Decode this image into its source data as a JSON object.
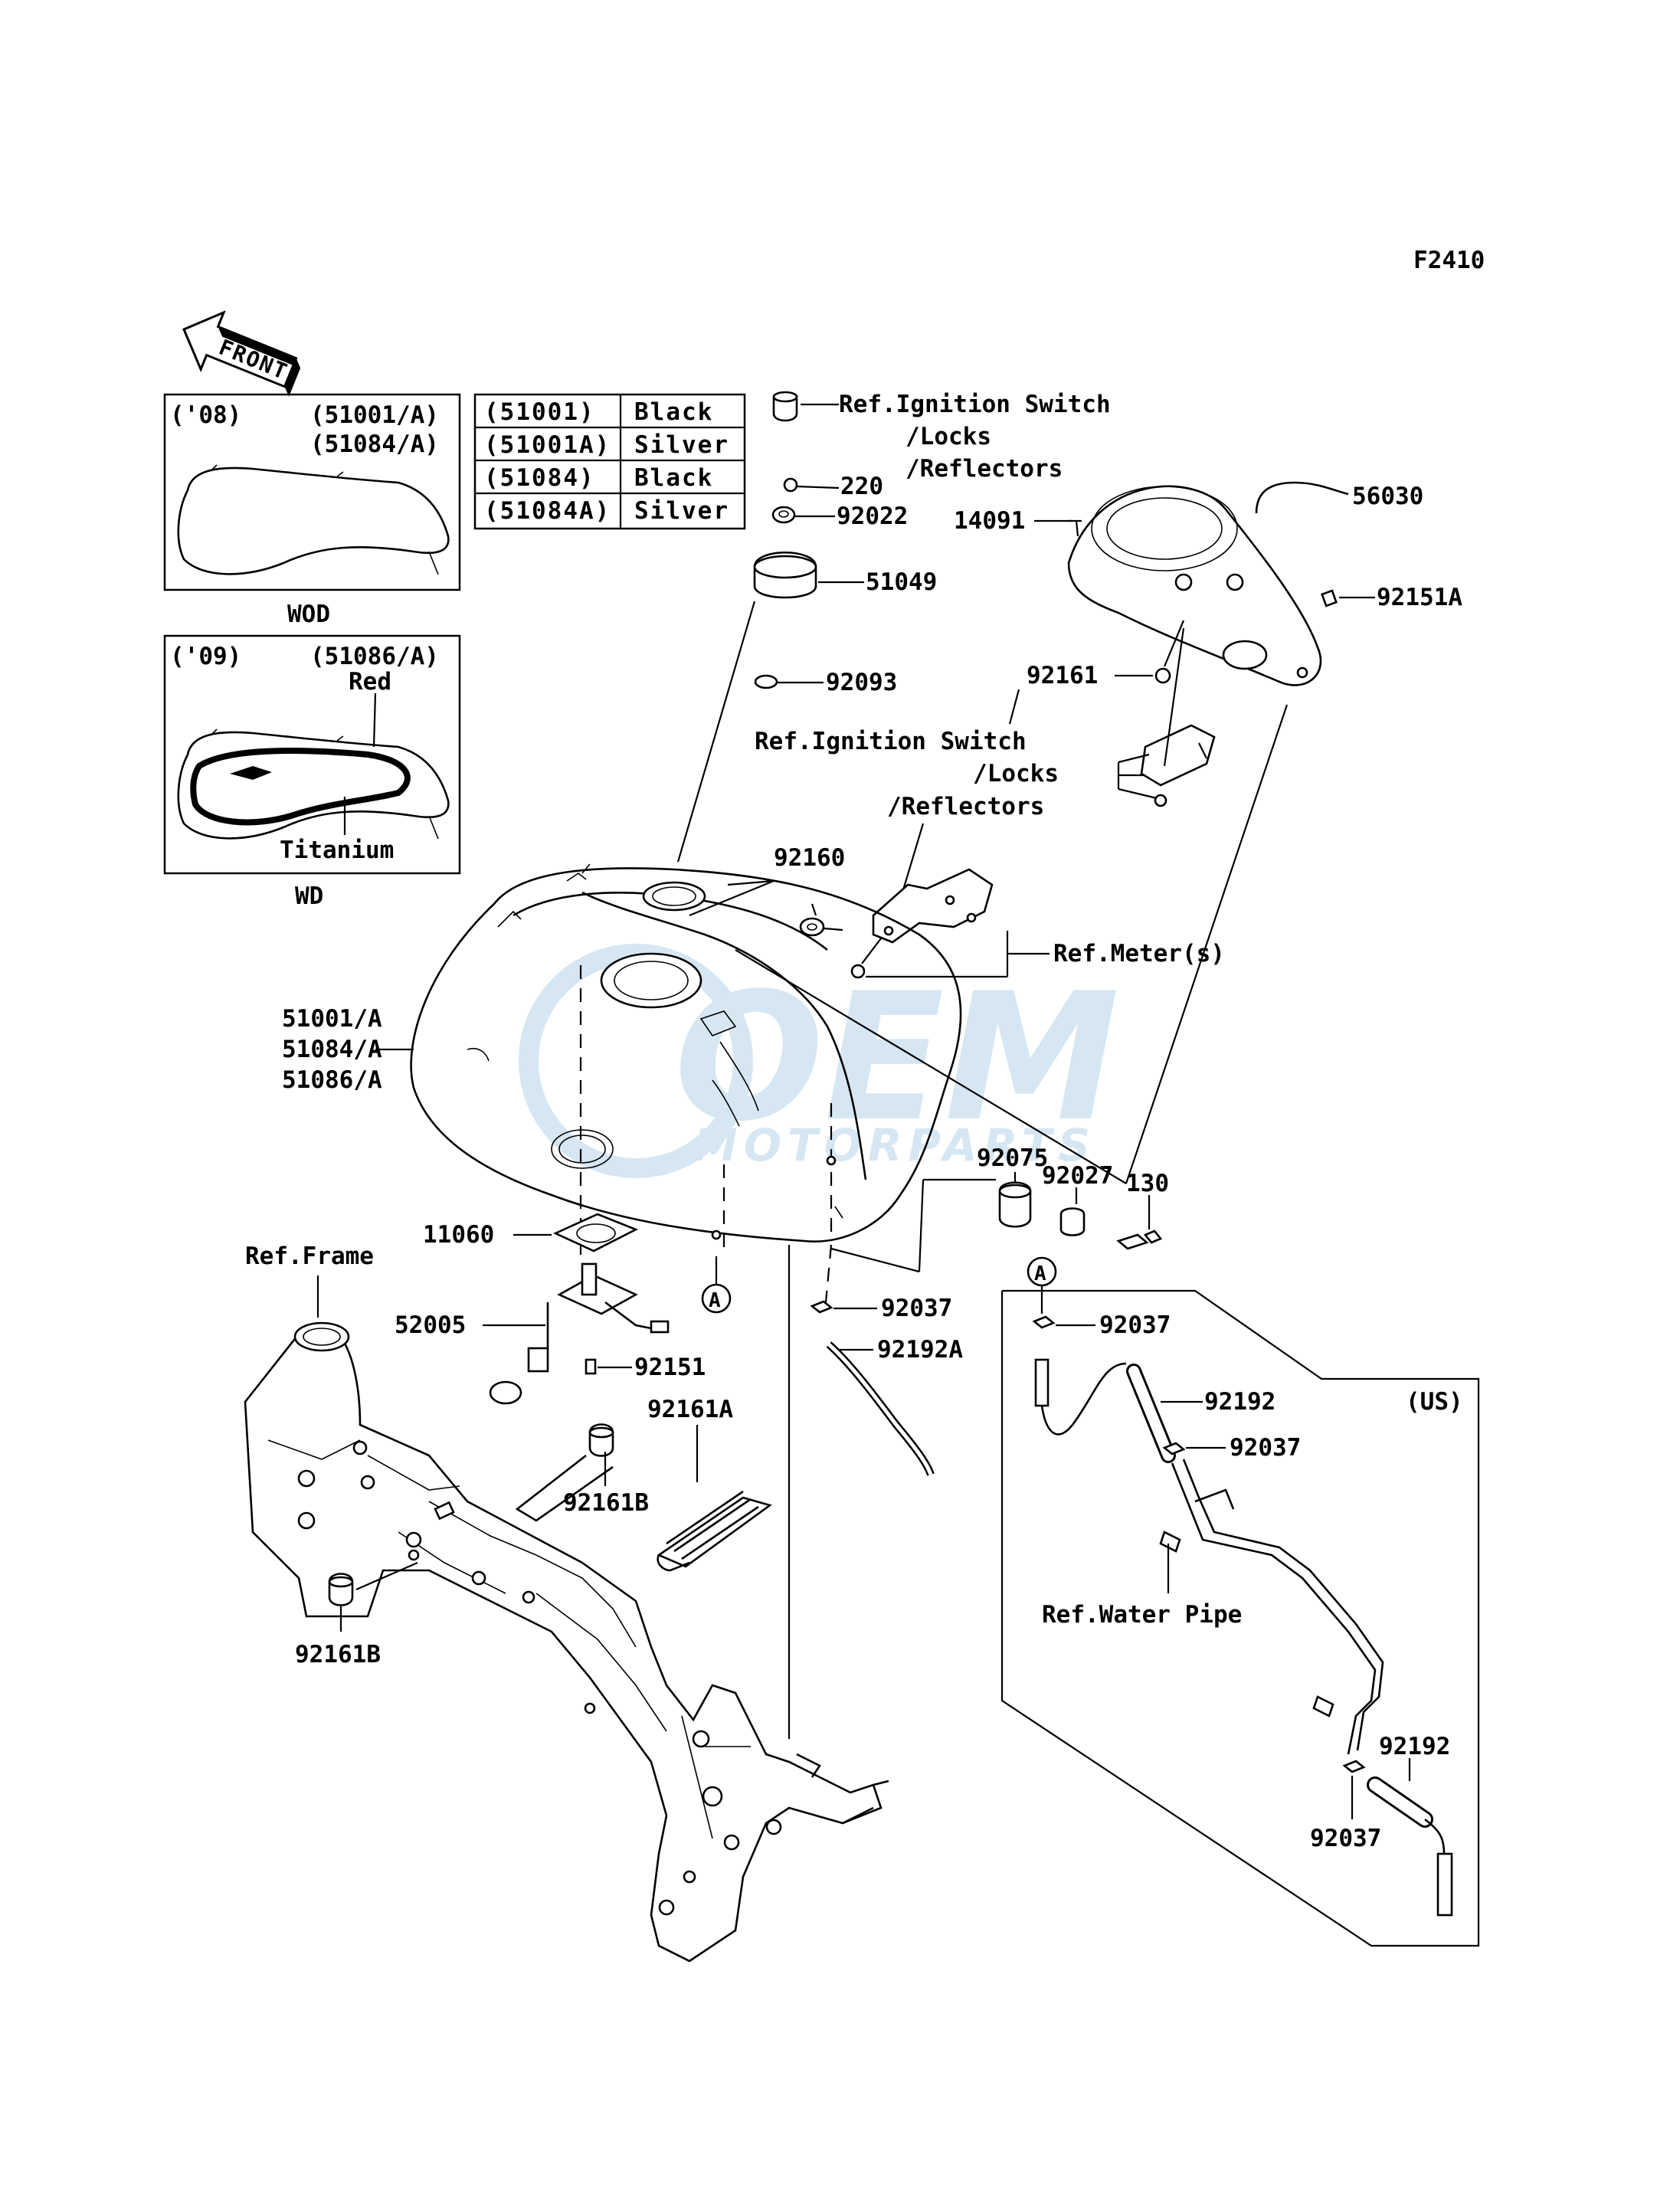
{
  "diagram_code": "F2410",
  "front_label": "FRONT",
  "watermark": {
    "brand": "OEM",
    "sub": "MOTORPARTS",
    "color": "#bcd9ee"
  },
  "variant_boxes": {
    "wod": {
      "year": "('08)",
      "codes": "(51001/A)",
      "codes2": "(51084/A)",
      "caption": "WOD"
    },
    "wd": {
      "year": "('09)",
      "codes": "(51086/A)",
      "color1": "Red",
      "color2": "Titanium",
      "caption": "WD"
    }
  },
  "color_table": {
    "rows": [
      {
        "code": "(51001)",
        "color": "Black"
      },
      {
        "code": "(51001A)",
        "color": "Silver"
      },
      {
        "code": "(51084)",
        "color": "Black"
      },
      {
        "code": "(51084A)",
        "color": "Silver"
      }
    ]
  },
  "refs": {
    "ignition_top": [
      "Ref.Ignition Switch",
      "/Locks",
      "/Reflectors"
    ],
    "ignition_mid": [
      "Ref.Ignition Switch",
      "/Locks",
      "/Reflectors"
    ],
    "meter": "Ref.Meter(s)",
    "frame": "Ref.Frame",
    "water_pipe": "Ref.Water Pipe"
  },
  "us_box_label": "(US)",
  "callout_a": "A",
  "parts": {
    "p220": "220",
    "p92022": "92022",
    "p51049": "51049",
    "p92093": "92093",
    "p14091": "14091",
    "p56030": "56030",
    "p92151A": "92151A",
    "p92161": "92161",
    "p92160": "92160",
    "tank1": "51001/A",
    "tank2": "51084/A",
    "tank3": "51086/A",
    "p92075": "92075",
    "p92027": "92027",
    "p130": "130",
    "p11060": "11060",
    "p52005": "52005",
    "p92151": "92151",
    "p92037a": "92037",
    "p92192A": "92192A",
    "p92161A": "92161A",
    "p92161B_1": "92161B",
    "p92161B_2": "92161B",
    "p92037b": "92037",
    "p92192a": "92192",
    "p92037c": "92037",
    "p92192b": "92192",
    "p92037d": "92037"
  }
}
